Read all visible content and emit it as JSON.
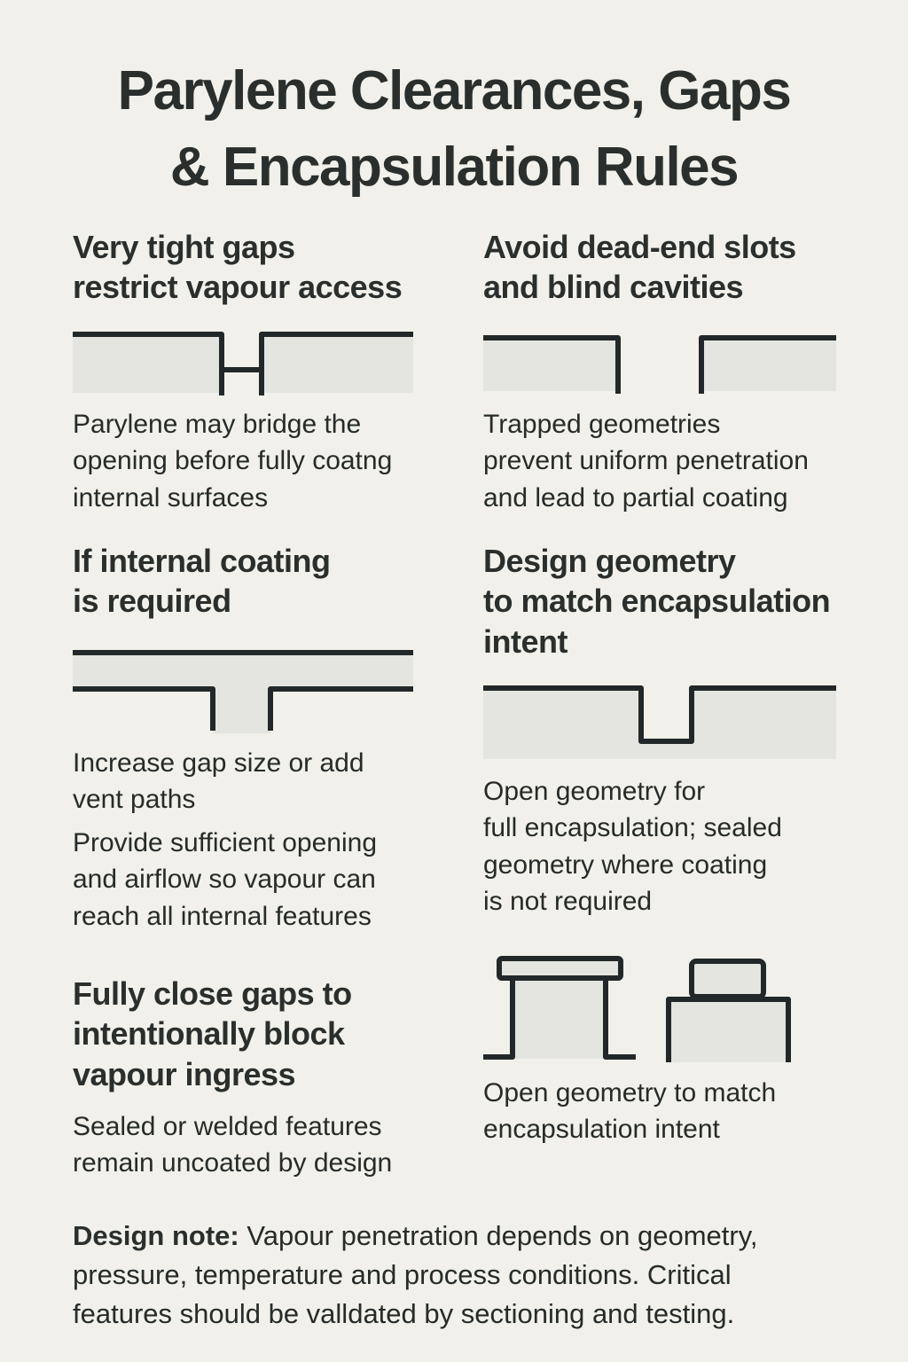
{
  "title": "Parylene Clearances, Gaps\n& Encapsulation Rules",
  "colors": {
    "background": "#f1f0ea",
    "panel_fill": "#e4e5e0",
    "line": "#222829",
    "heading_text": "#2a2f2e",
    "body_text": "#262b29"
  },
  "sections": {
    "tight_gaps": {
      "heading": "Very tight gaps\nrestrict vapour access",
      "diagram": "narrow-gap-bridged-cross-section",
      "caption": "Parylene may bridge the\nopening before fully coatng\ninternal surfaces"
    },
    "dead_end": {
      "heading": "Avoid dead-end slots\nand blind cavities",
      "diagram": "wide-open-slot-cross-section",
      "caption": "Trapped geometries\nprevent uniform penetration\nand lead to partial coating"
    },
    "internal_coating": {
      "heading": "If internal coating\nis required",
      "diagram": "vented-channel-cross-section",
      "caption1": "Increase gap size or add\nvent paths",
      "caption2": "Provide sufficient opening\nand airflow so vapour can\nreach all internal features"
    },
    "design_geometry": {
      "heading": "Design geometry\nto match encapsulation\nintent",
      "diagram": "open-notch-cross-section",
      "caption": "Open geometry for\nfull encapsulation; sealed\ngeometry where coating\nis not required"
    },
    "close_gaps": {
      "heading": "Fully close gaps to\nintentionally block\nvapour ingress",
      "caption": "Sealed or welded features\nremain uncoated by design"
    },
    "encapsulation_intent": {
      "diagram_left": "table-shaped-open-geometry",
      "diagram_right": "stepped-block-geometry",
      "caption": "Open geometry to match\nencapsulation intent"
    }
  },
  "note": {
    "label": "Design note:",
    "text": " Vapour penetration depends on geometry,\npressure, temperature and process conditions. Critical\nfeatures should be valldated by sectioning and testing."
  }
}
